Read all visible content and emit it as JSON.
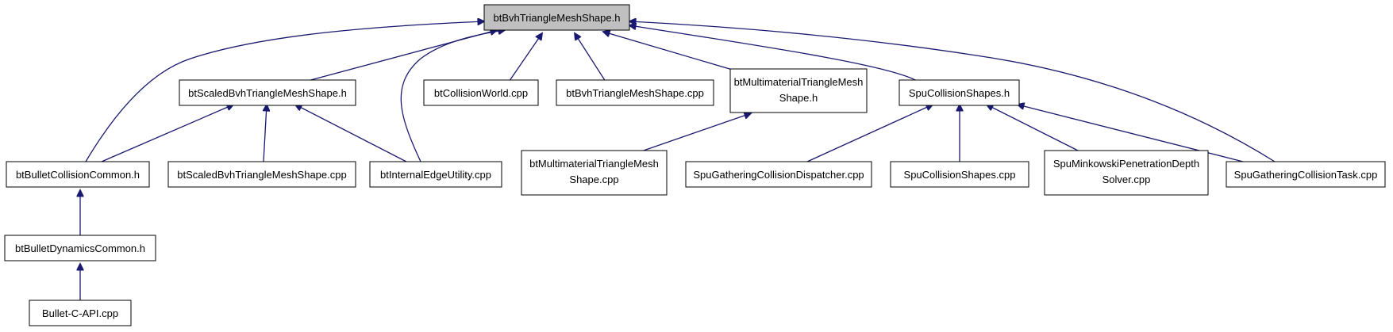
{
  "colors": {
    "edge": "#191970",
    "root_fill": "#c0c0c0",
    "node_fill": "#ffffff",
    "border": "#000000"
  },
  "nodes": {
    "root": {
      "lines": [
        "btBvhTriangleMeshShape.h"
      ]
    },
    "scaled_h": {
      "lines": [
        "btScaledBvhTriangleMeshShape.h"
      ]
    },
    "collision_world": {
      "lines": [
        "btCollisionWorld.cpp"
      ]
    },
    "bvh_cpp": {
      "lines": [
        "btBvhTriangleMeshShape.cpp"
      ]
    },
    "multimat_h": {
      "lines": [
        "btMultimaterialTriangleMesh",
        "Shape.h"
      ]
    },
    "spu_shapes_h": {
      "lines": [
        "SpuCollisionShapes.h"
      ]
    },
    "bullet_collision": {
      "lines": [
        "btBulletCollisionCommon.h"
      ]
    },
    "scaled_cpp": {
      "lines": [
        "btScaledBvhTriangleMeshShape.cpp"
      ]
    },
    "internal_edge": {
      "lines": [
        "btInternalEdgeUtility.cpp"
      ]
    },
    "multimat_cpp": {
      "lines": [
        "btMultimaterialTriangleMesh",
        "Shape.cpp"
      ]
    },
    "spu_dispatcher": {
      "lines": [
        "SpuGatheringCollisionDispatcher.cpp"
      ]
    },
    "spu_shapes_cpp": {
      "lines": [
        "SpuCollisionShapes.cpp"
      ]
    },
    "spu_minkowski": {
      "lines": [
        "SpuMinkowskiPenetrationDepth",
        "Solver.cpp"
      ]
    },
    "spu_task": {
      "lines": [
        "SpuGatheringCollisionTask.cpp"
      ]
    },
    "bullet_dynamics": {
      "lines": [
        "btBulletDynamicsCommon.h"
      ]
    },
    "capi": {
      "lines": [
        "Bullet-C-API.cpp"
      ]
    }
  }
}
